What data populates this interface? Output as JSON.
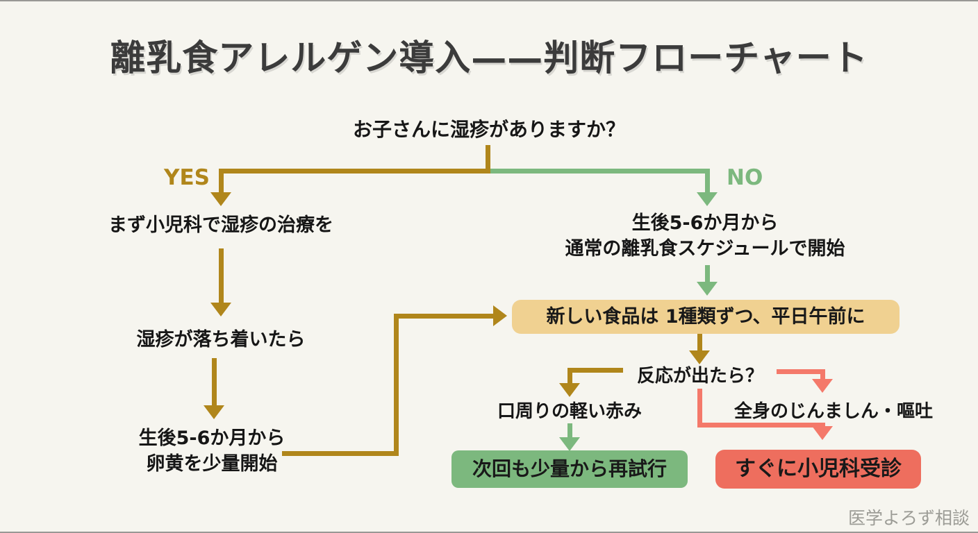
{
  "title": "離乳食アレルゲン導入——判断フローチャート",
  "watermark": "医学よろず相談",
  "colors": {
    "background": "#f6f5ef",
    "gold": "#b0861b",
    "green": "#7cb87e",
    "red": "#f4796a",
    "tan_box": "#f0d191",
    "green_box": "#7cb87e",
    "red_box": "#ee6e5e",
    "text": "#161616",
    "title": "#3b3b3b",
    "watermark": "#9c9c96"
  },
  "flow": {
    "question": "お子さんに湿疹がありますか？",
    "yes_label": "YES",
    "no_label": "NO",
    "yes_path": {
      "step1": "まず小児科で湿疹の治療を",
      "step2": "湿疹が落ち着いたら",
      "step3_line1": "生後5-6か月から",
      "step3_line2": "卵黄を少量開始"
    },
    "no_path": {
      "step1_line1": "生後5-6か月から",
      "step1_line2": "通常の離乳食スケジュールで開始"
    },
    "shared": {
      "new_food_box": "新しい食品は 1種類ずつ、平日午前に",
      "reaction_question": "反応が出たら？",
      "mild_label": "口周りの軽い赤み",
      "mild_action": "次回も少量から再試行",
      "severe_label": "全身のじんましん・嘔吐",
      "severe_action": "すぐに小児科受診"
    }
  }
}
